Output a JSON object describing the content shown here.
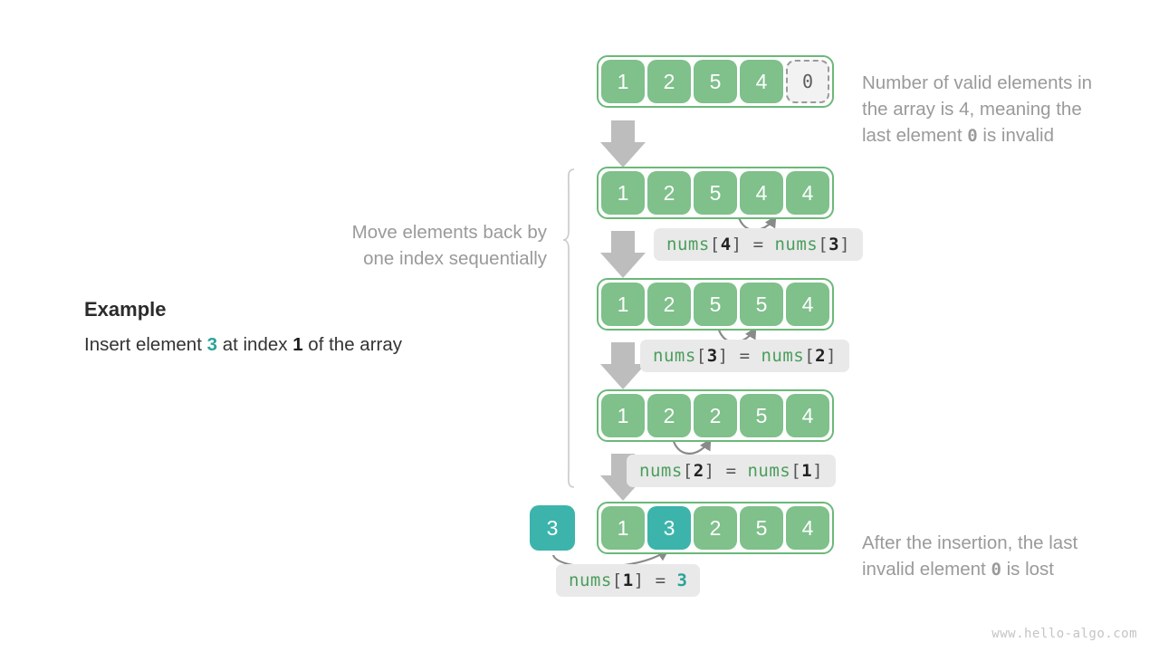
{
  "meta": {
    "watermark": "www.hello-algo.com",
    "colors": {
      "green": "#7fc08b",
      "green_border": "#6cb879",
      "teal": "#3cb4ab",
      "gray_arrow": "#b4b4b4",
      "chip_bg": "#e9e9e9",
      "note_text": "#9a9a9a"
    }
  },
  "example": {
    "title": "Example",
    "line_prefix": "Insert element ",
    "value": "3",
    "line_middle": " at index ",
    "index": "1",
    "line_suffix": " of the array"
  },
  "notes": {
    "top_right": "Number of valid elements in\nthe array is 4, meaning the\nlast element 0 is invalid",
    "top_right_parts": {
      "a": "Number of valid elements in\nthe array is 4, meaning the\nlast element ",
      "mono": "0",
      "b": " is invalid"
    },
    "left_bracket": "Move elements back by\none index sequentially",
    "bottom_right_parts": {
      "a": "After the insertion, the last\ninvalid element ",
      "mono": "0",
      "b": " is lost"
    }
  },
  "rows": [
    {
      "id": "row-initial",
      "cells": [
        {
          "value": "1",
          "style": "green"
        },
        {
          "value": "2",
          "style": "green"
        },
        {
          "value": "5",
          "style": "green"
        },
        {
          "value": "4",
          "style": "green"
        },
        {
          "value": "0",
          "style": "empty"
        }
      ]
    },
    {
      "id": "row-shift-4",
      "cells": [
        {
          "value": "1",
          "style": "green"
        },
        {
          "value": "2",
          "style": "green"
        },
        {
          "value": "5",
          "style": "green"
        },
        {
          "value": "4",
          "style": "green"
        },
        {
          "value": "4",
          "style": "green"
        }
      ]
    },
    {
      "id": "row-shift-3",
      "cells": [
        {
          "value": "1",
          "style": "green"
        },
        {
          "value": "2",
          "style": "green"
        },
        {
          "value": "5",
          "style": "green"
        },
        {
          "value": "5",
          "style": "green"
        },
        {
          "value": "4",
          "style": "green"
        }
      ]
    },
    {
      "id": "row-shift-2",
      "cells": [
        {
          "value": "1",
          "style": "green"
        },
        {
          "value": "2",
          "style": "green"
        },
        {
          "value": "2",
          "style": "green"
        },
        {
          "value": "5",
          "style": "green"
        },
        {
          "value": "4",
          "style": "green"
        }
      ]
    },
    {
      "id": "row-final",
      "cells": [
        {
          "value": "1",
          "style": "green"
        },
        {
          "value": "3",
          "style": "teal"
        },
        {
          "value": "2",
          "style": "green"
        },
        {
          "value": "5",
          "style": "green"
        },
        {
          "value": "4",
          "style": "green"
        }
      ]
    }
  ],
  "insert_box": {
    "value": "3"
  },
  "chips": [
    {
      "id": "chip-1",
      "ident_l": "nums",
      "idx_l": "4",
      "op": "=",
      "ident_r": "nums",
      "idx_r": "3",
      "literal": null
    },
    {
      "id": "chip-2",
      "ident_l": "nums",
      "idx_l": "3",
      "op": "=",
      "ident_r": "nums",
      "idx_r": "2",
      "literal": null
    },
    {
      "id": "chip-3",
      "ident_l": "nums",
      "idx_l": "2",
      "op": "=",
      "ident_r": "nums",
      "idx_r": "1",
      "literal": null
    },
    {
      "id": "chip-4",
      "ident_l": "nums",
      "idx_l": "1",
      "op": "=",
      "ident_r": null,
      "idx_r": null,
      "literal": "3"
    }
  ]
}
